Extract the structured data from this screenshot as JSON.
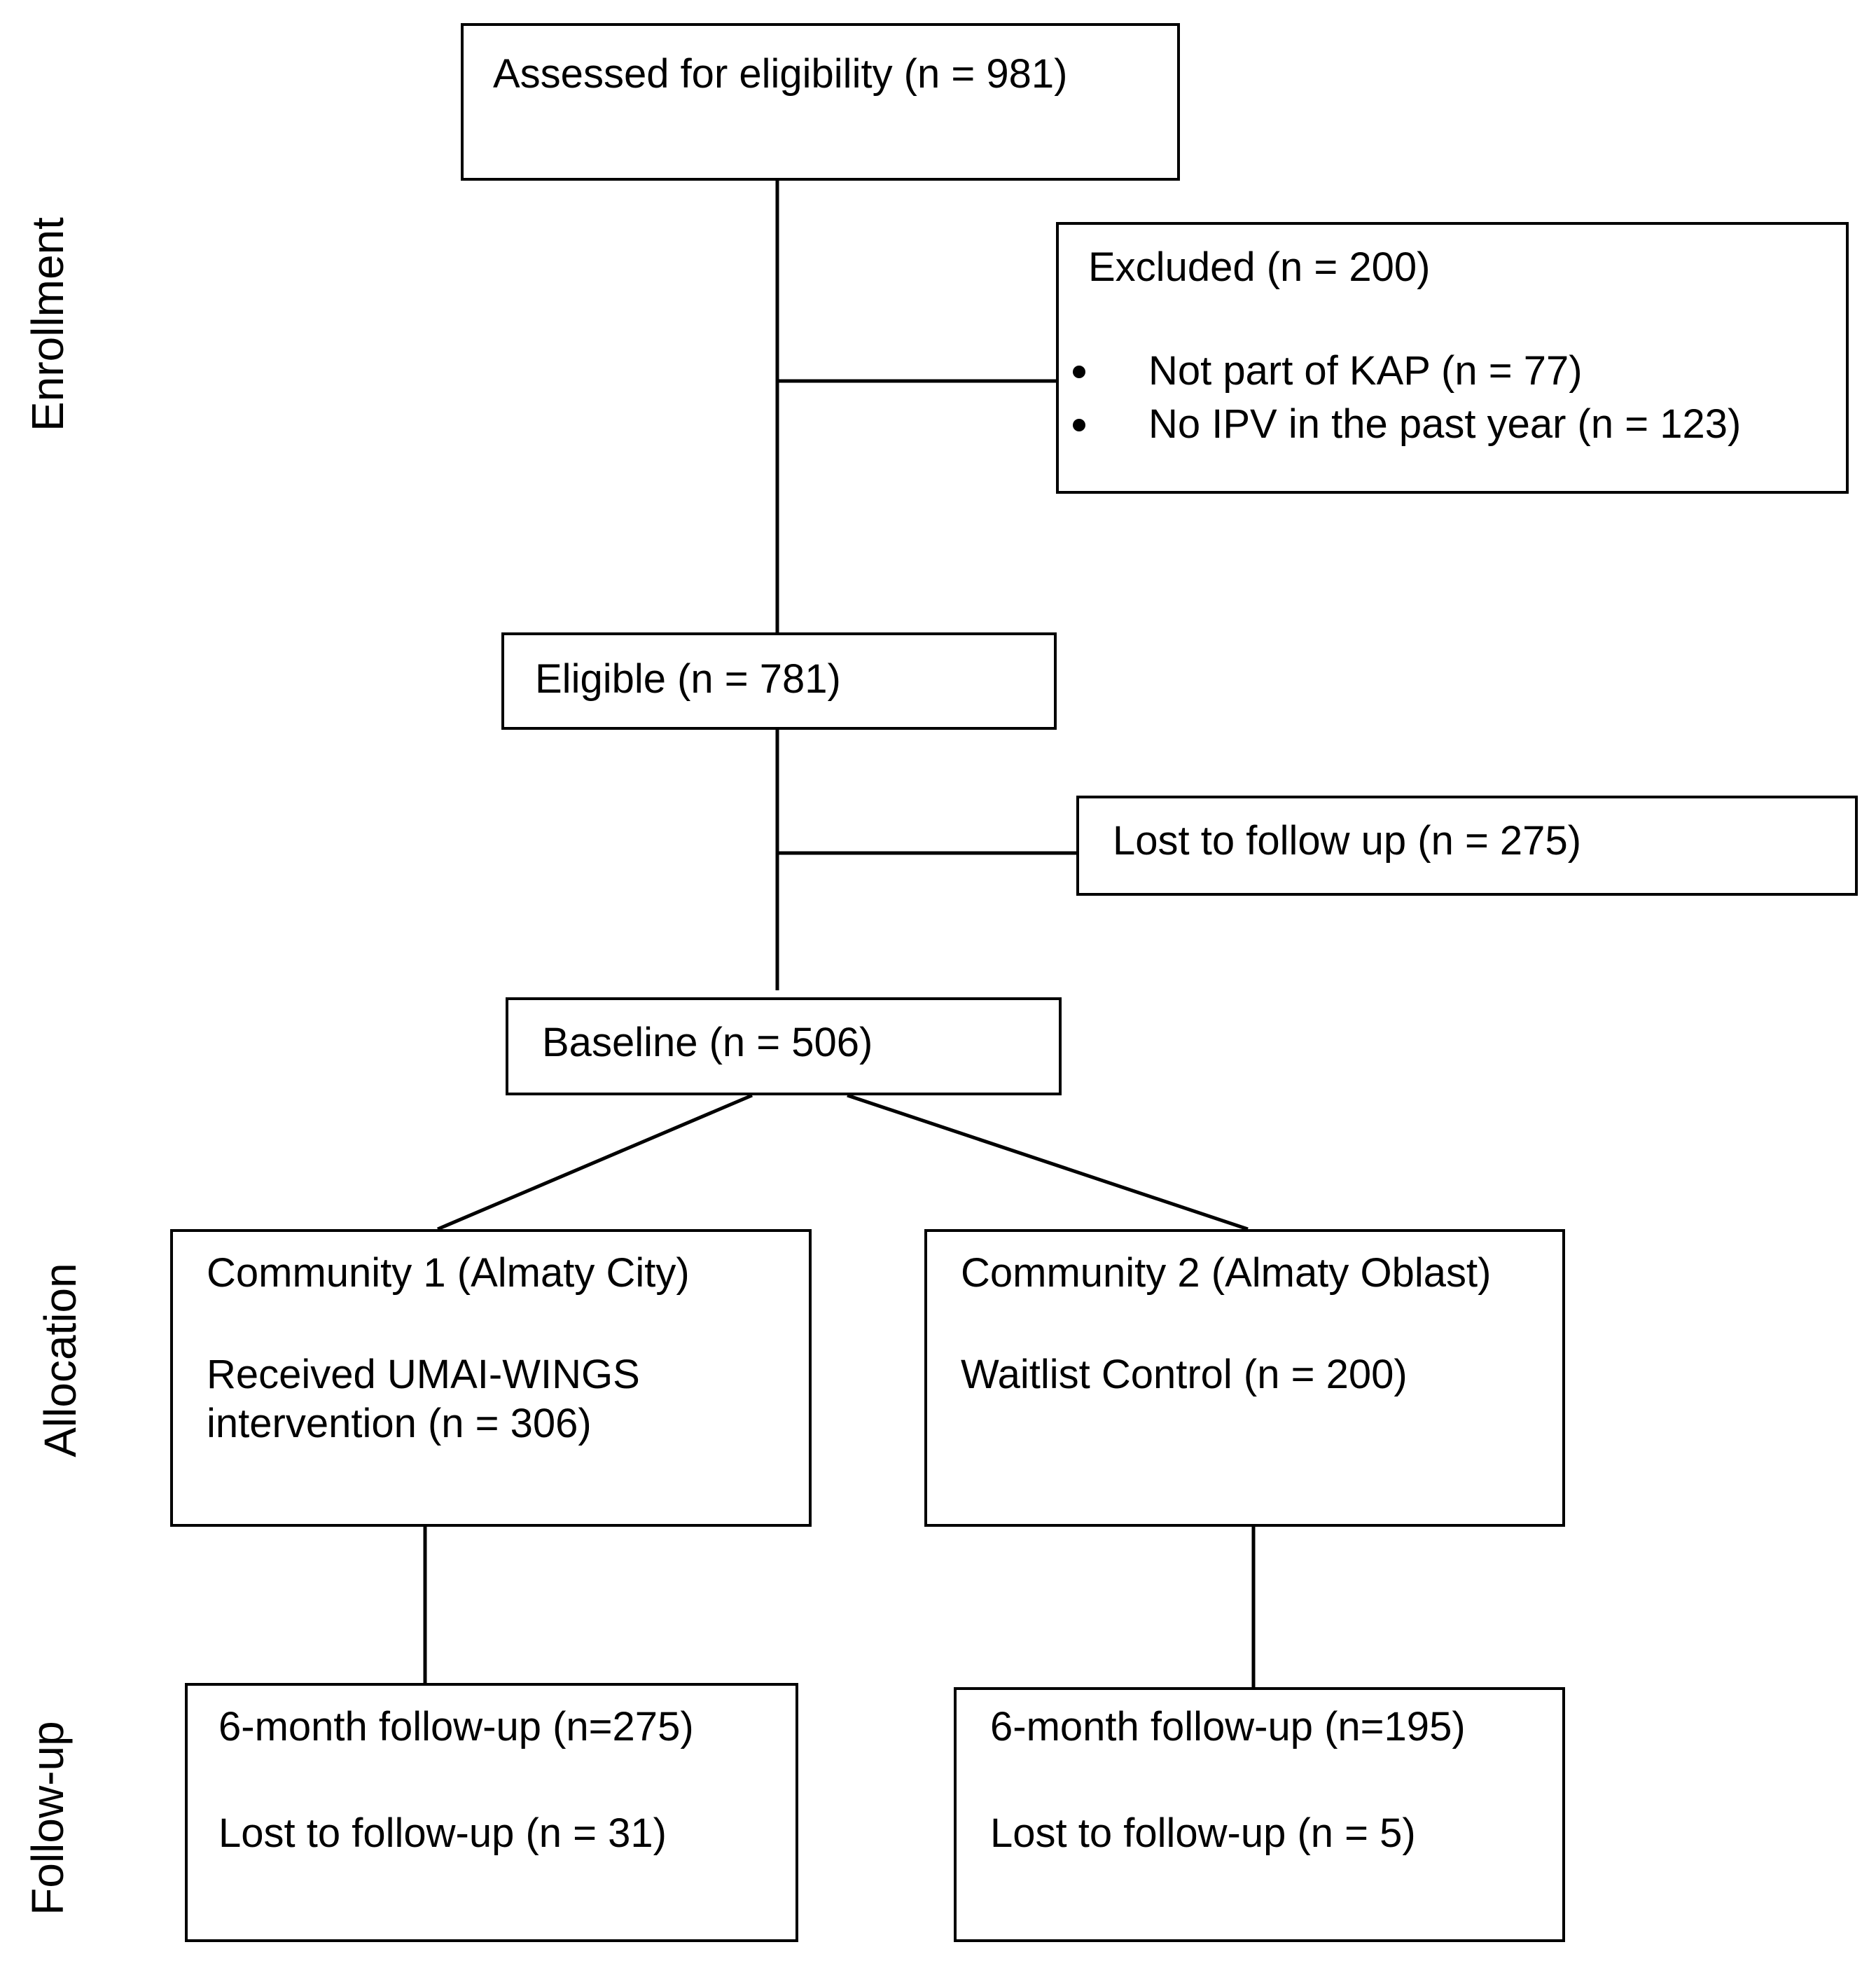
{
  "side_labels": {
    "enrollment": "Enrollment",
    "allocation": "Allocation",
    "followup": "Follow-up"
  },
  "boxes": {
    "assessed": {
      "text": "Assessed for eligibility (n = 981)"
    },
    "excluded": {
      "title": "Excluded (n = 200)",
      "bullets": [
        "Not part of KAP (n = 77)",
        "No IPV in the past year (n = 123)"
      ]
    },
    "eligible": {
      "text": "Eligible (n = 781)"
    },
    "lost": {
      "text": "Lost to follow up (n = 275)"
    },
    "baseline": {
      "text": "Baseline (n = 506)"
    },
    "community1": {
      "title": "Community 1 (Almaty City)",
      "line1": "Received UMAI-WINGS",
      "line2": "intervention (n = 306)"
    },
    "community2": {
      "title": "Community 2 (Almaty Oblast)",
      "line1": "Waitlist Control (n = 200)"
    },
    "followup1": {
      "line1": "6-month follow-up (n=275)",
      "line2": "Lost to follow-up (n = 31)"
    },
    "followup2": {
      "line1": "6-month follow-up (n=195)",
      "line2": "Lost to follow-up (n = 5)"
    }
  }
}
